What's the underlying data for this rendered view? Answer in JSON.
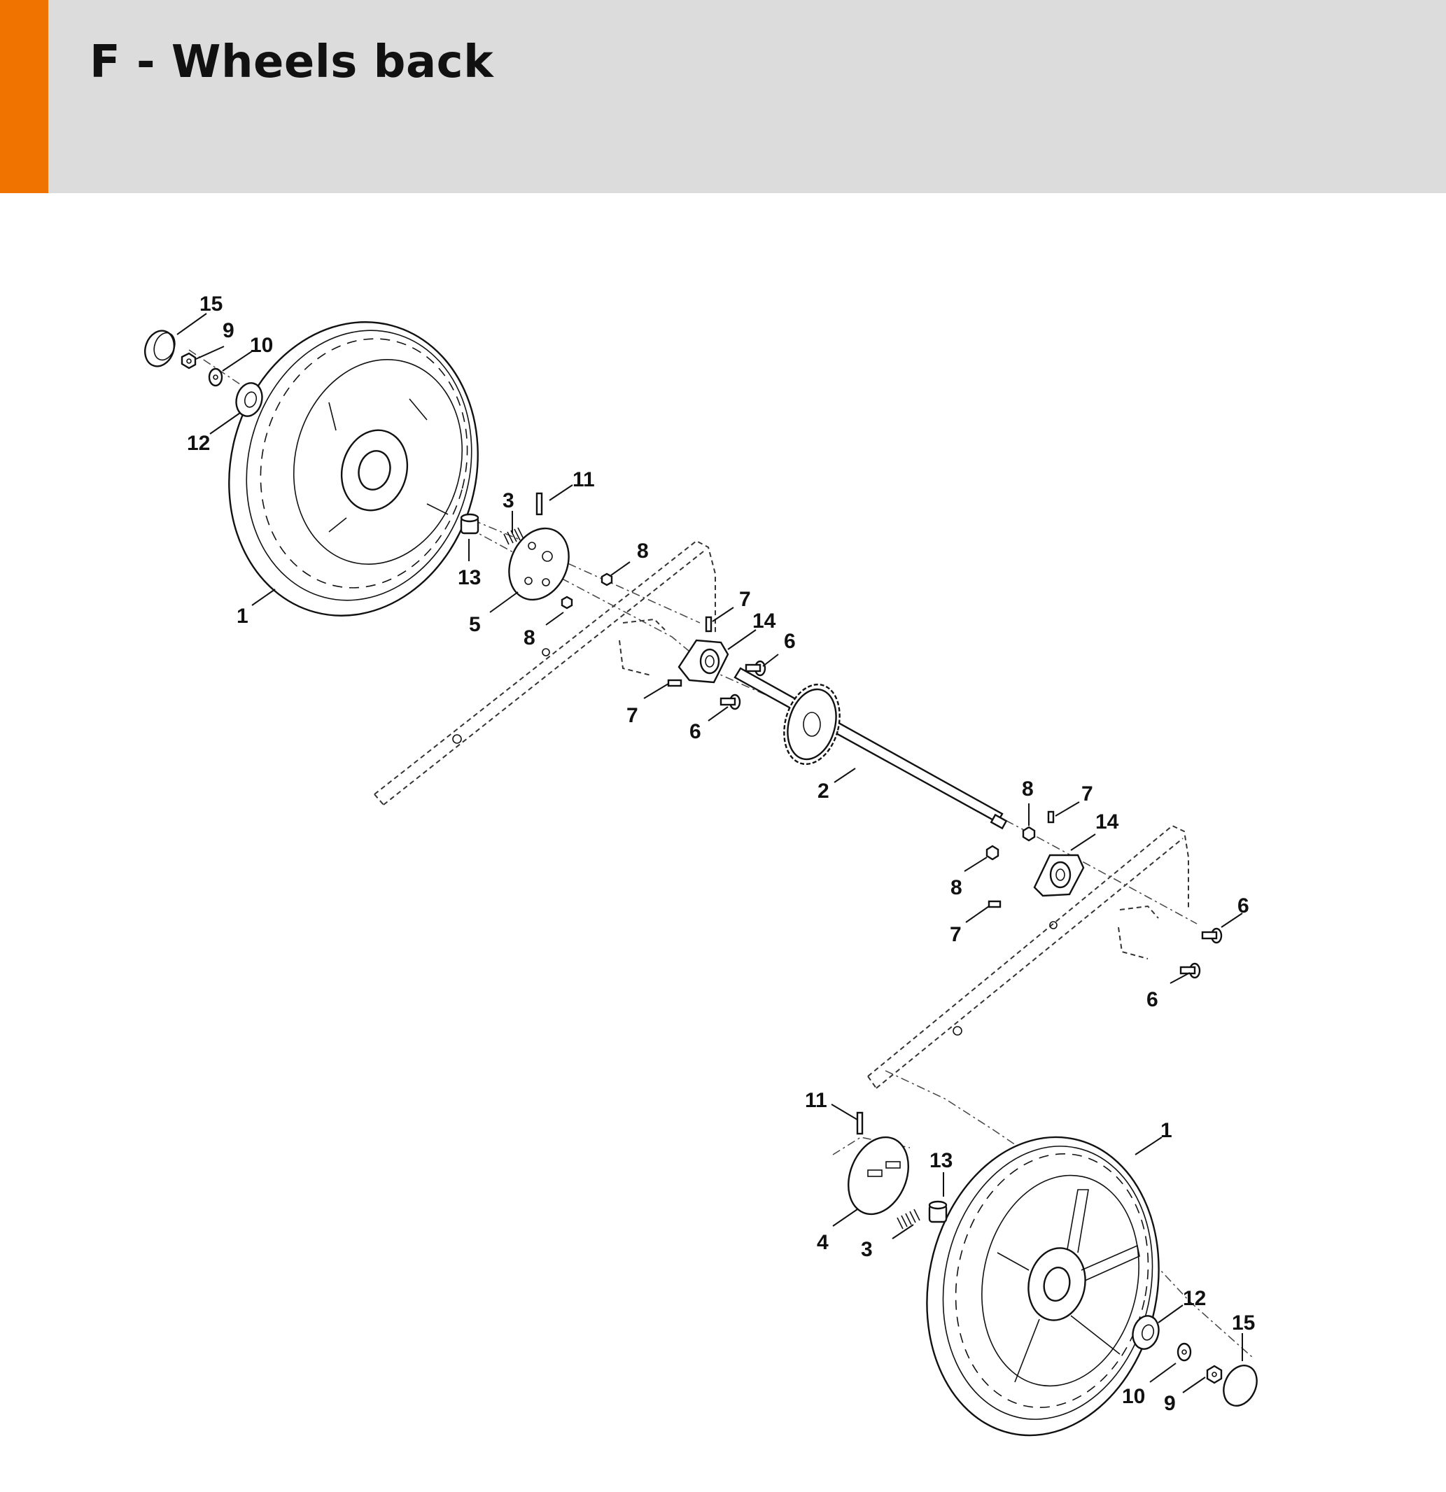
{
  "header": {
    "title": "F - Wheels back",
    "accent_color": "#f07300",
    "background_color": "#dbdcdb"
  },
  "diagram": {
    "labels": {
      "l1a": "15",
      "l2a": "9",
      "l3a": "10",
      "l4a": "12",
      "l5a": "1",
      "l6a": "11",
      "l7a": "3",
      "l8a": "13",
      "l9a": "5",
      "l10a": "8",
      "l11a": "8",
      "l12a": "7",
      "l13a": "14",
      "l14a": "6",
      "l15a": "7",
      "l16a": "6",
      "l17a": "2",
      "l18a": "8",
      "l19a": "7",
      "l20a": "14",
      "l21a": "8",
      "l22a": "7",
      "l23a": "6",
      "l24a": "6",
      "l25a": "11",
      "l26a": "1",
      "l27a": "13",
      "l28a": "4",
      "l29a": "3",
      "l30a": "12",
      "l31a": "15",
      "l32a": "10",
      "l33a": "9"
    }
  }
}
